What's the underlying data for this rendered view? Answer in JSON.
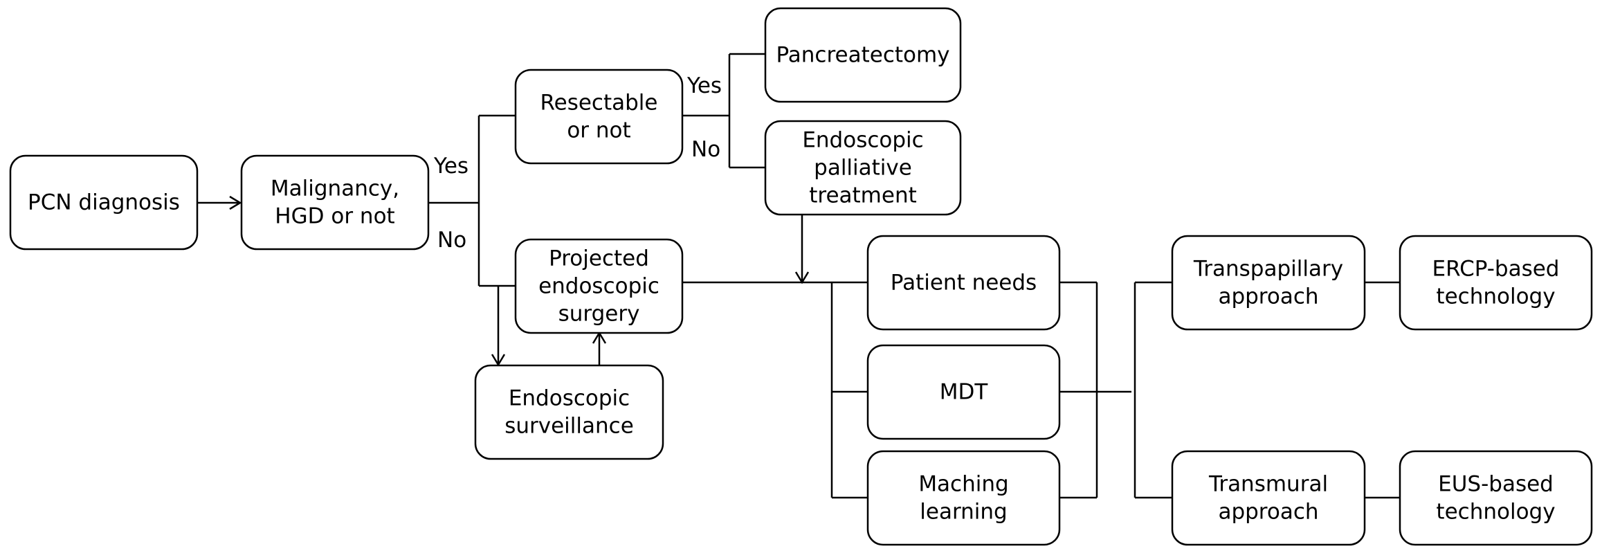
{
  "nodes": {
    "pcn_diagnosis": {
      "lines": [
        "PCN diagnosis"
      ]
    },
    "malignancy": {
      "lines": [
        "Malignancy,",
        "HGD or not"
      ]
    },
    "resectable": {
      "lines": [
        "Resectable",
        "or not"
      ]
    },
    "pancreatectomy": {
      "lines": [
        "Pancreatectomy"
      ]
    },
    "palliative": {
      "lines": [
        "Endoscopic",
        "palliative",
        "treatment"
      ]
    },
    "projected": {
      "lines": [
        "Projected",
        "endoscopic",
        "surgery"
      ]
    },
    "surveillance": {
      "lines": [
        "Endoscopic",
        "surveillance"
      ]
    },
    "patient_needs": {
      "lines": [
        "Patient needs"
      ]
    },
    "mdt": {
      "lines": [
        "MDT"
      ]
    },
    "machine_learning": {
      "lines": [
        "Maching",
        "learning"
      ]
    },
    "transpapillary": {
      "lines": [
        "Transpapillary",
        "approach"
      ]
    },
    "transmural": {
      "lines": [
        "Transmural",
        "approach"
      ]
    },
    "ercp": {
      "lines": [
        "ERCP-based",
        "technology"
      ]
    },
    "eus": {
      "lines": [
        "EUS-based",
        "technology"
      ]
    }
  },
  "edge_labels": {
    "malignancy_yes": "Yes",
    "malignancy_no": "No",
    "resectable_yes": "Yes",
    "resectable_no": "No"
  }
}
